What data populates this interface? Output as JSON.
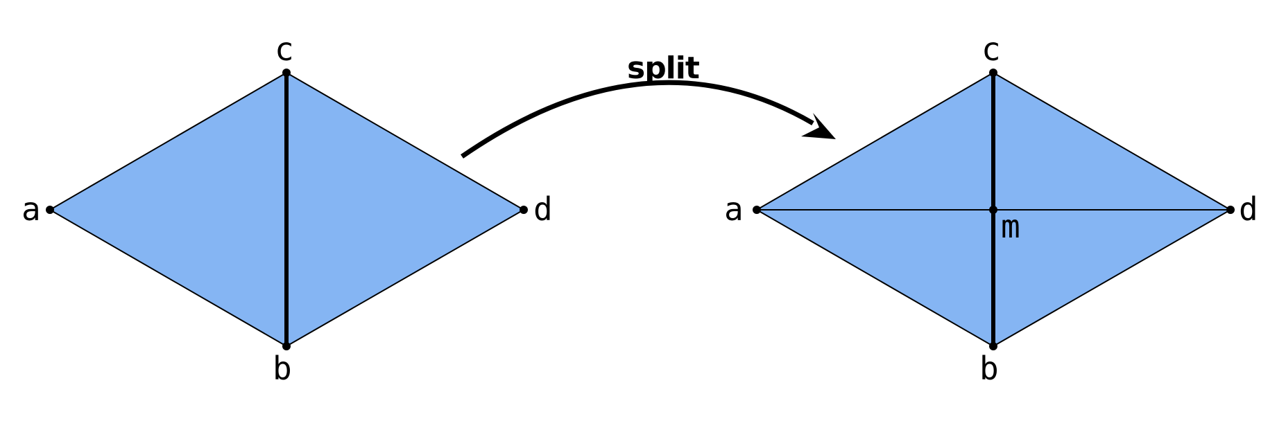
{
  "diagram": {
    "fill_color": "#85b5f3",
    "stroke_color": "#000000",
    "operation_label": "split",
    "before": {
      "vertex_labels": {
        "a": "a",
        "b": "b",
        "c": "c",
        "d": "d"
      }
    },
    "after": {
      "vertex_labels": {
        "a": "a",
        "b": "b",
        "c": "c",
        "d": "d",
        "m": "m"
      }
    }
  }
}
